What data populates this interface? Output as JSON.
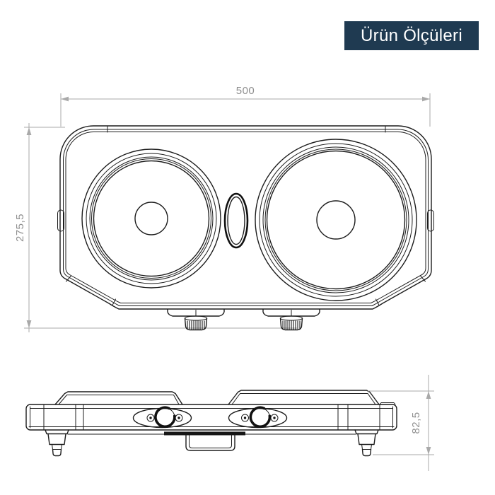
{
  "badge": {
    "label": "Ürün Ölçüleri",
    "bg_color": "#1f3a51",
    "text_color": "#ffffff"
  },
  "drawing": {
    "width_mm": "500",
    "height_mm": "275,5",
    "depth_mm": "82,5",
    "line_color": "#1c1c1c",
    "dimension_color": "#a9a9a9",
    "background_color": "#ffffff"
  }
}
